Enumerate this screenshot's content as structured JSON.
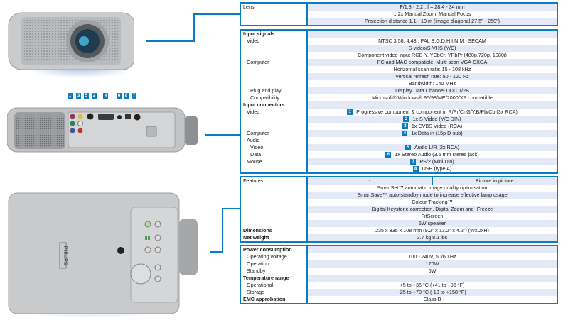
{
  "accent_color": "#0a7cc1",
  "images": {
    "front": "projector-front-view",
    "rear": "projector-rear-connectors-view",
    "top": "projector-top-view",
    "brand_mark": "PHILIPS",
    "connector_numbers": [
      "1",
      "3",
      "5",
      "2",
      "4",
      "6",
      "8",
      "7"
    ]
  },
  "lens": {
    "label": "Lens",
    "rows": [
      "F/1.8 - 2.2 ; f = 28.4 - 34 mm",
      "1.2x Manual Zoom; Manual Focus",
      "Projection distance  1,1 - 10 m (image diagonal 27.5\" - 250\")"
    ]
  },
  "inputs": {
    "rows": [
      {
        "label": "Input signals",
        "value": "",
        "style": "head"
      },
      {
        "label": "Video",
        "value": "NTSC 3.58, 4.43 ; PAL B,G,D,H,I,N,M ; SECAM",
        "style": "ind1"
      },
      {
        "label": "",
        "value": "S-video/S-VHS (Y/C)"
      },
      {
        "label": "",
        "value": "Component video input RGB-Y, YCbCr, YPbPr (480p,720p, 1080i)"
      },
      {
        "label": "Computer",
        "value": "PC and MAC compatible, Multi scan VGA-SXGA",
        "style": "ind1"
      },
      {
        "label": "",
        "value": "Horizontal scan rate: 15 - 108 kHz"
      },
      {
        "label": "",
        "value": "Vertical refresh rate: 50 - 120 Hz"
      },
      {
        "label": "",
        "value": "Bandwidth: 140 MHz"
      },
      {
        "label": "Plug and play",
        "value": "Display Data Channel DDC 1/2B",
        "style": "ind2"
      },
      {
        "label": "Compatibility",
        "value": "Microsoft® Windows® 95/98/ME/2000/XP compatible",
        "style": "ind2"
      },
      {
        "label": "Input connectors",
        "value": "",
        "style": "head"
      },
      {
        "label": "Video",
        "value": "Progressive component & component in R/Pr/Cr,G/Y,B/Pb/Cb (3x RCA)",
        "badge": "1",
        "style": "ind1"
      },
      {
        "label": "",
        "value": "1x S-Video (Y/C DIN)",
        "badge": "2"
      },
      {
        "label": "",
        "value": "1x CVBS Video (RCA)",
        "badge": "3"
      },
      {
        "label": "Computer",
        "value": "1x Data in (15p D-sub)",
        "badge": "4",
        "style": "ind1"
      },
      {
        "label": "Audio",
        "value": "",
        "style": "ind1"
      },
      {
        "label": "Video",
        "value": "Audio L/R (2x RCA)",
        "badge": "5",
        "style": "ind2"
      },
      {
        "label": "Data",
        "value": "1x Stereo Audio (3.5 mm stereo jack)",
        "badge": "6",
        "style": "ind2"
      },
      {
        "label": "Mouse",
        "value": "PS/2 (Mini Din)",
        "badge": "7",
        "style": "ind1"
      },
      {
        "label": "",
        "value": "USB (type A)",
        "badge": "8"
      }
    ]
  },
  "features": {
    "rows": [
      {
        "label": "Features",
        "split": [
          "-",
          "Picture in picture"
        ]
      },
      {
        "label": "",
        "value": "SmartSet™ automatic image quality optimisation"
      },
      {
        "label": "",
        "value": "SmartSave™ auto-standby mode to increase effective lamp usage"
      },
      {
        "label": "",
        "value": "Colour Tracking™"
      },
      {
        "label": "",
        "value": "Digital Keystone correction, Digital Zoom and -Freeze"
      },
      {
        "label": "",
        "value": "FitScreen"
      },
      {
        "label": "",
        "value": "6W speaker"
      },
      {
        "label": "Dimensions",
        "value": "235 x 335 x 108 mm (9.2\" x 13.2\" x 4.2\") (WxDxH)",
        "style": "head"
      },
      {
        "label": "Net weight",
        "value": "3.7 kg  8.1 lbs",
        "style": "head"
      }
    ]
  },
  "power": {
    "rows": [
      {
        "label": "Power consumption",
        "value": "",
        "style": "head"
      },
      {
        "label": "Operating voltage",
        "value": "100 - 240V, 50/60 Hz",
        "style": "ind1"
      },
      {
        "label": "Operation",
        "value": "170W",
        "style": "ind1"
      },
      {
        "label": "Standby",
        "value": "5W",
        "style": "ind1"
      },
      {
        "label": "Temperature range",
        "value": "",
        "style": "head"
      },
      {
        "label": "Operational",
        "value": "+5 to +35 °C (+41 to +95 °F)",
        "style": "ind1"
      },
      {
        "label": "Storage",
        "value": "-25 to +70 °C (-13 to +158 °F)",
        "style": "ind1"
      },
      {
        "label": "EMC approbation",
        "value": "Class B",
        "style": "head"
      }
    ]
  }
}
